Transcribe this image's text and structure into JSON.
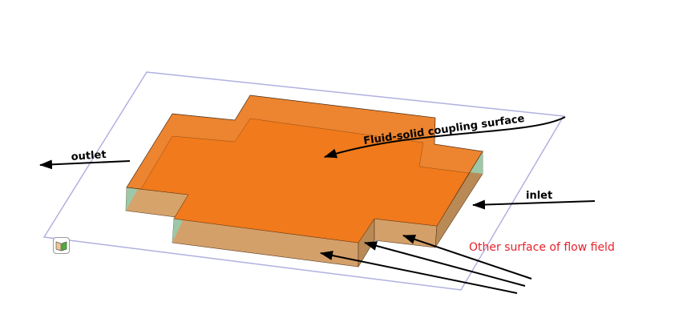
{
  "labels": {
    "outlet": "outlet",
    "inlet": "inlet",
    "coupling": "Fluid-solid coupling surface",
    "other": "Other surface of flow field"
  },
  "colors": {
    "top_face": "#f07a1c",
    "side_face": "#d4a06a",
    "end_face": "#9cc8a8",
    "plane": "#b0b0e0",
    "other_label": "#e8202a"
  },
  "icons": [
    "view-orientation-icon"
  ]
}
